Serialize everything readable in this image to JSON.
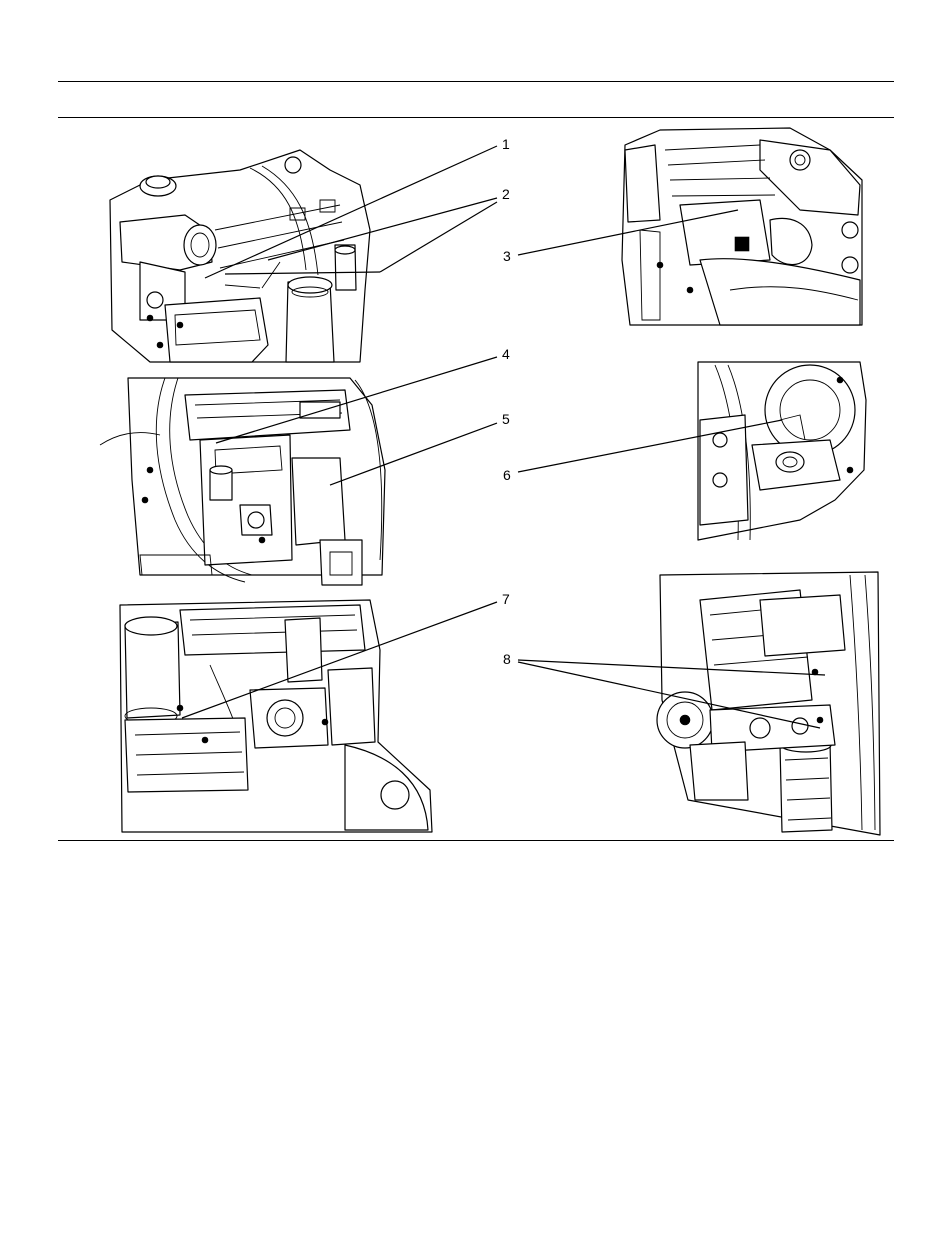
{
  "figure": {
    "callouts": [
      {
        "id": 1,
        "label": "1"
      },
      {
        "id": 2,
        "label": "2"
      },
      {
        "id": 3,
        "label": "3"
      },
      {
        "id": 4,
        "label": "4"
      },
      {
        "id": 5,
        "label": "5"
      },
      {
        "id": 6,
        "label": "6"
      },
      {
        "id": 7,
        "label": "7"
      },
      {
        "id": 8,
        "label": "8"
      }
    ]
  }
}
